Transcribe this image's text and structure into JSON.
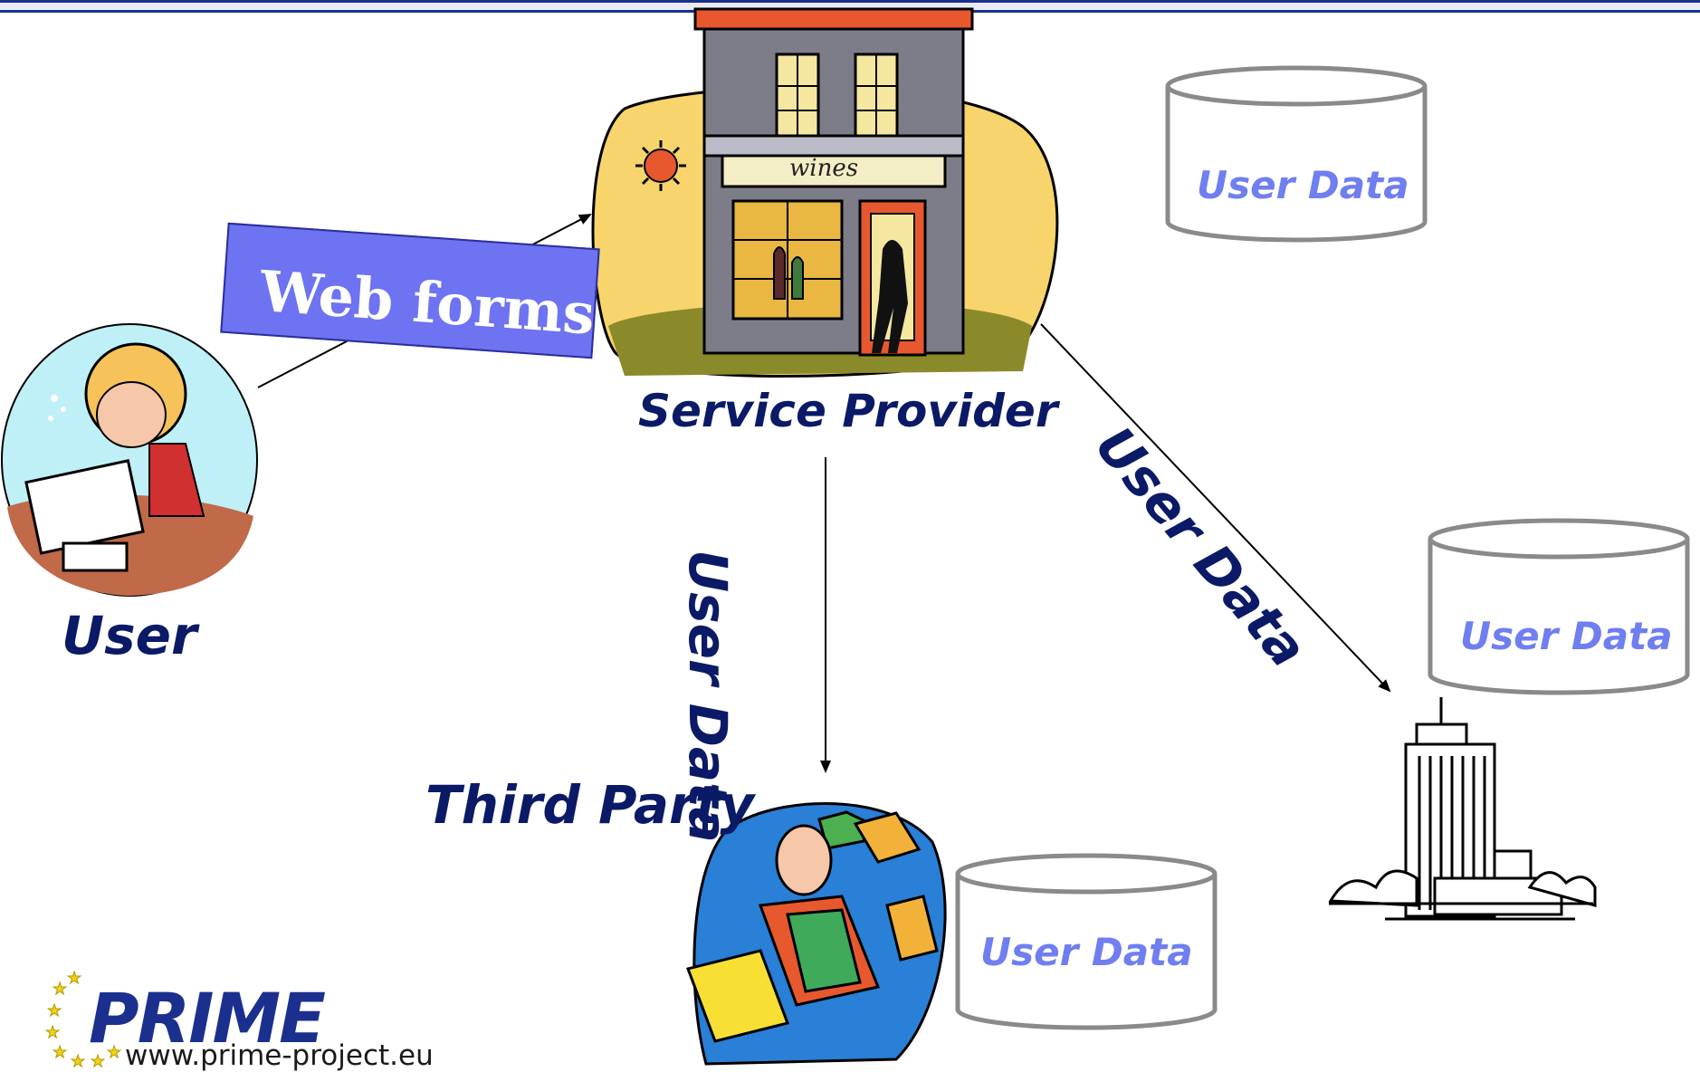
{
  "diagram": {
    "actors": {
      "user": "User",
      "service_provider": "Service Provider",
      "third_party": "Third Party"
    },
    "shop_sign": "wines",
    "web_forms_label": "Web forms",
    "flow_labels": {
      "to_third_party": "User Data",
      "to_building": "User Data"
    },
    "databases": [
      {
        "label": "User Data"
      },
      {
        "label": "User Data"
      },
      {
        "label": "User Data"
      }
    ]
  },
  "logo": {
    "name": "PRIME",
    "url": "www.prime-project.eu"
  },
  "colors": {
    "label_navy": "#0b1a66",
    "db_text": "#6f7ef0",
    "db_outline": "#8a8a8a",
    "web_forms_fill": "#6d73f1",
    "brand_blue": "#1b2f8f"
  }
}
